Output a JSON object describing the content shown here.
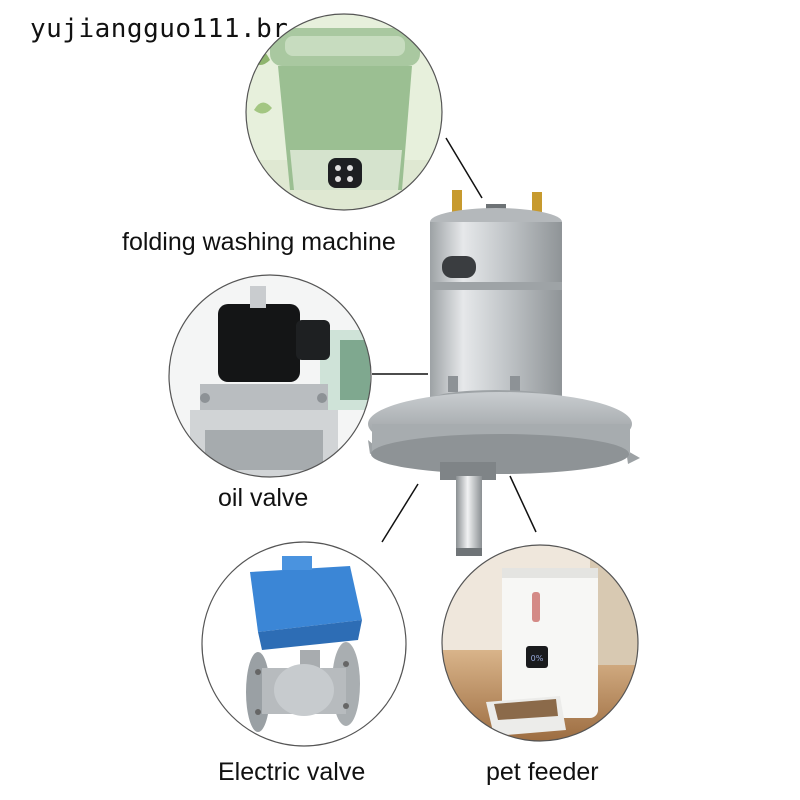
{
  "watermark": "yujiangguo111.br",
  "labels": {
    "folding_washing_machine": "folding washing machine",
    "oil_valve": "oil valve",
    "electric_valve": "Electric valve",
    "pet_feeder": "pet feeder"
  },
  "colors": {
    "washer_green": "#9bbf92",
    "valve_blue": "#3b86d6",
    "motor_silver": "#c9ccce",
    "terminal_gold": "#c79a2e",
    "wood_floor": "#b88a5a"
  }
}
